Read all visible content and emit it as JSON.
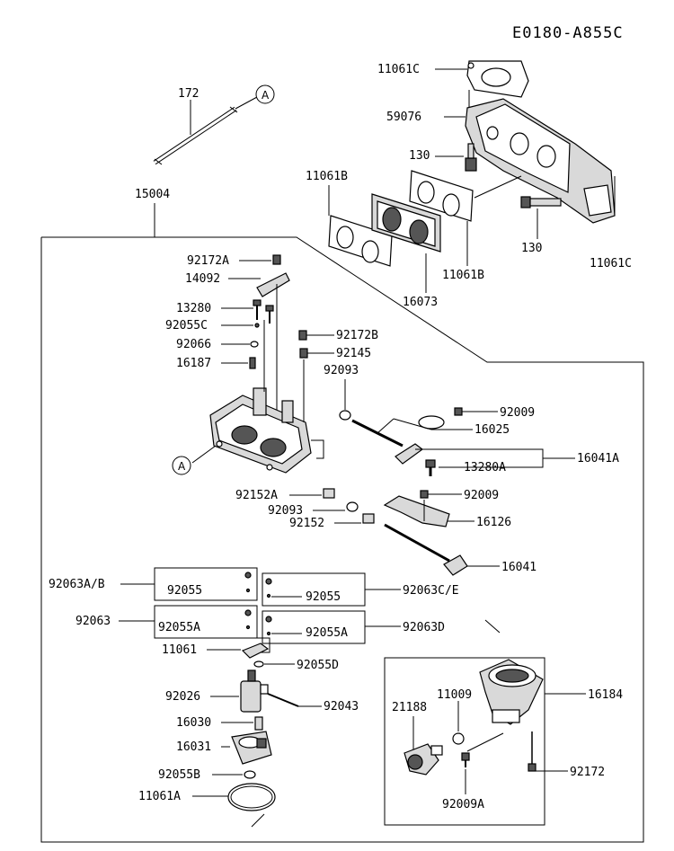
{
  "diagram_code": "E0180-A855C",
  "ref_marker": "A",
  "labels": {
    "p172": "172",
    "p15004": "15004",
    "p11061C_top": "11061C",
    "p59076": "59076",
    "p130_left": "130",
    "p11061B_left": "11061B",
    "p11061B_right": "11061B",
    "p16073": "16073",
    "p130_right": "130",
    "p11061C_right": "11061C",
    "p92172A": "92172A",
    "p14092": "14092",
    "p13280": "13280",
    "p92055C": "92055C",
    "p92066": "92066",
    "p16187": "16187",
    "p92172B": "92172B",
    "p92145": "92145",
    "p92093_top": "92093",
    "p92009_top": "92009",
    "p16025": "16025",
    "p16041A": "16041A",
    "p13280A": "13280A",
    "p92152A": "92152A",
    "p92009_mid": "92009",
    "p92093_mid": "92093",
    "p92152": "92152",
    "p16126": "16126",
    "p16041": "16041",
    "p92063AB": "92063A/B",
    "p92055_box1": "92055",
    "p92055_box2": "92055",
    "p92063CE": "92063C/E",
    "p92063": "92063",
    "p92055A_box1": "92055A",
    "p92055A_box2": "92055A",
    "p92063D": "92063D",
    "p11061": "11061",
    "p92055D": "92055D",
    "p92026": "92026",
    "p92043": "92043",
    "p16030": "16030",
    "p16031": "16031",
    "p92055B": "92055B",
    "p11061A": "11061A",
    "p11009": "11009",
    "p21188": "21188",
    "p16184": "16184",
    "p92172": "92172",
    "p92009A": "92009A"
  }
}
